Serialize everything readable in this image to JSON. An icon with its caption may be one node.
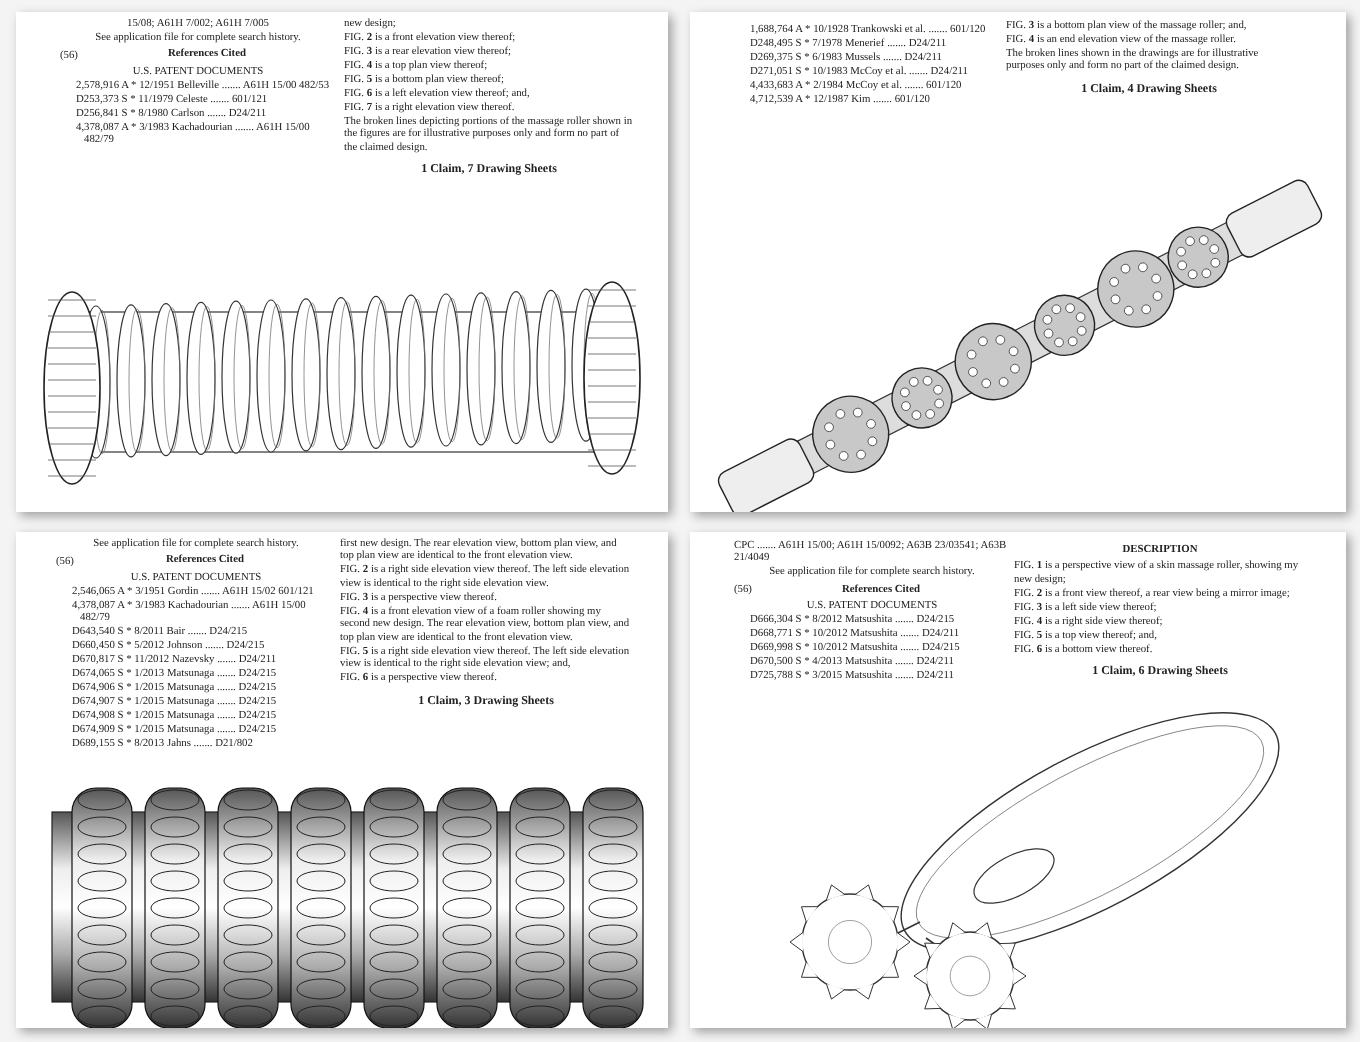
{
  "diagram": {
    "nodes": [
      {
        "text": [
          "15/08; A61H 7/002; A61H 7/005",
          "See application file for complete search history.",
          "(56)",
          "References Cited",
          "U.S. PATENT DOCUMENTS",
          "2,578,916 A * 12/1951 Belleville ....... A61H 15/00 482/53",
          "D253,373 S * 11/1979 Celeste ....... 601/121",
          "D256,841 S * 8/1980 Carlson ....... D24/211",
          "4,378,087 A * 3/1983 Kachadourian ....... A61H 15/00 482/79",
          "new design;",
          "FIG. **2** is a front elevation view thereof;",
          "FIG. **3** is a rear elevation view thereof;",
          "FIG. **4** is a top plan view thereof;",
          "FIG. **5** is a bottom plan view thereof;",
          "FIG. **6** is a left elevation view thereof; and,",
          "FIG. **7** is a right elevation view thereof.",
          "The broken lines depicting portions of the massage roller shown in the figures are for illustrative purposes only and form no part of the claimed design.",
          "1 Claim, 7 Drawing Sheets"
        ]
      },
      {
        "text": [
          "1,688,764 A * 10/1928 Trankowski et al. ....... 601/120",
          "D248,495 S * 7/1978 Menerief ....... D24/211",
          "D269,375 S * 6/1983 Mussels ....... D24/211",
          "D271,051 S * 10/1983 McCoy et al. ....... D24/211",
          "4,433,683 A * 2/1984 McCoy et al. ....... 601/120",
          "4,712,539 A * 12/1987 Kim ....... 601/120",
          "FIG. **3** is a bottom plan view of the massage roller; and,",
          "FIG. **4** is an end elevation view of the massage roller.",
          "The broken lines shown in the drawings are for illustrative purposes only and form no part of the claimed design.",
          "1 Claim, 4 Drawing Sheets"
        ]
      },
      {
        "text": [
          "See application file for complete search history.",
          "(56)",
          "References Cited",
          "U.S. PATENT DOCUMENTS",
          "2,546,065 A * 3/1951 Gordin ....... A61H 15/02 601/121",
          "4,378,087 A * 3/1983 Kachadourian ....... A61H 15/00 482/79",
          "D643,540 S * 8/2011 Bair ....... D24/215",
          "D660,450 S * 5/2012 Johnson ....... D24/215",
          "D670,817 S * 11/2012 Nazevsky ....... D24/211",
          "D674,065 S * 1/2013 Matsunaga ....... D24/215",
          "D674,906 S * 1/2015 Matsunaga ....... D24/215",
          "D674,907 S * 1/2015 Matsunaga ....... D24/215",
          "D674,908 S * 1/2015 Matsunaga ....... D24/215",
          "D674,909 S * 1/2015 Matsunaga ....... D24/215",
          "D689,155 S * 8/2013 Jahns ....... D21/802",
          "first new design. The rear elevation view, bottom plan view, and top plan view are identical to the front elevation view.",
          "FIG. **2** is a right side elevation view thereof. The left side elevation view is identical to the right side elevation view.",
          "FIG. **3** is a perspective view thereof.",
          "FIG. **4** is a front elevation view of a foam roller showing my second new design. The rear elevation view, bottom plan view, and top plan view are identical to the front elevation view.",
          "FIG. **5** is a right side elevation view thereof. The left side elevation view is identical to the right side elevation view; and,",
          "FIG. **6** is a perspective view thereof.",
          "1 Claim, 3 Drawing Sheets"
        ]
      },
      {
        "text": [
          "CPC ....... A61H 15/00; A61H 15/0092; A63B 23/03541; A63B 21/4049",
          "See application file for complete search history.",
          "(56)",
          "References Cited",
          "U.S. PATENT DOCUMENTS",
          "D666,304 S * 8/2012 Matsushita ....... D24/215",
          "D668,771 S * 10/2012 Matsushita ....... D24/211",
          "D669,998 S * 10/2012 Matsushita ....... D24/215",
          "D670,500 S * 4/2013 Matsushita ....... D24/211",
          "D725,788 S * 3/2015 Matsushita ....... D24/211",
          "DESCRIPTION",
          "FIG. **1** is a perspective view of a skin massage roller, showing my new design;",
          "FIG. **2** is a front view thereof, a rear view being a mirror image;",
          "FIG. **3** is a left side view thereof;",
          "FIG. **4** is a right side view thereof;",
          "FIG. **5** is a top view thereof; and,",
          "FIG. **6** is a bottom view thereof.",
          "1 Claim, 6 Drawing Sheets"
        ]
      }
    ]
  }
}
